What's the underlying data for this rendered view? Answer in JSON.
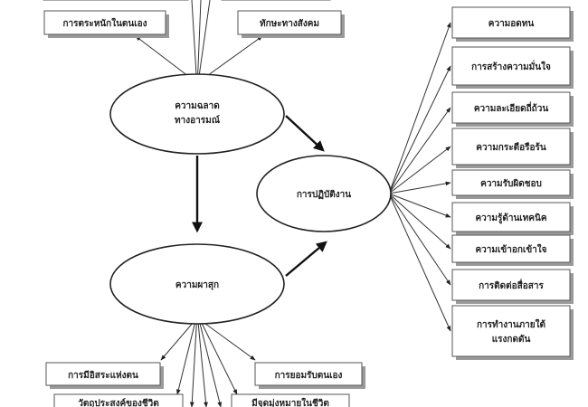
{
  "nodes": {
    "emotional_intelligence": [
      "ความฉลาด",
      "ทางอารมณ์"
    ],
    "happiness": "ความผาสุก",
    "performance": "การปฏิบัติงาน"
  },
  "top_boxes": {
    "self_awareness": "การตระหนักในตนเอง",
    "social_skills": "ทักษะทางสังคม"
  },
  "bottom_boxes": {
    "self_worth": "การมีอิสระแห่งตน",
    "self_acceptance": "การยอมรับตนเอง",
    "partial_left": "วัตถุประสงค์ของชีวิต",
    "partial_right": "มีจุดมุ่งหมายในชีวิต"
  },
  "right_boxes": [
    [
      "ความอดทน"
    ],
    [
      "การสร้างความมั่นใจ"
    ],
    [
      "ความละเอียดถี่ถ้วน"
    ],
    [
      "ความกระตือรือร้น"
    ],
    [
      "ความรับผิดชอบ"
    ],
    [
      "ความรู้ด้านเทคนิค"
    ],
    [
      "ความเข้าอกเข้าใจ"
    ],
    [
      "การติดต่อสื่อสาร"
    ],
    [
      "การทำงานภายใต้",
      "แรงกดดัน"
    ]
  ]
}
